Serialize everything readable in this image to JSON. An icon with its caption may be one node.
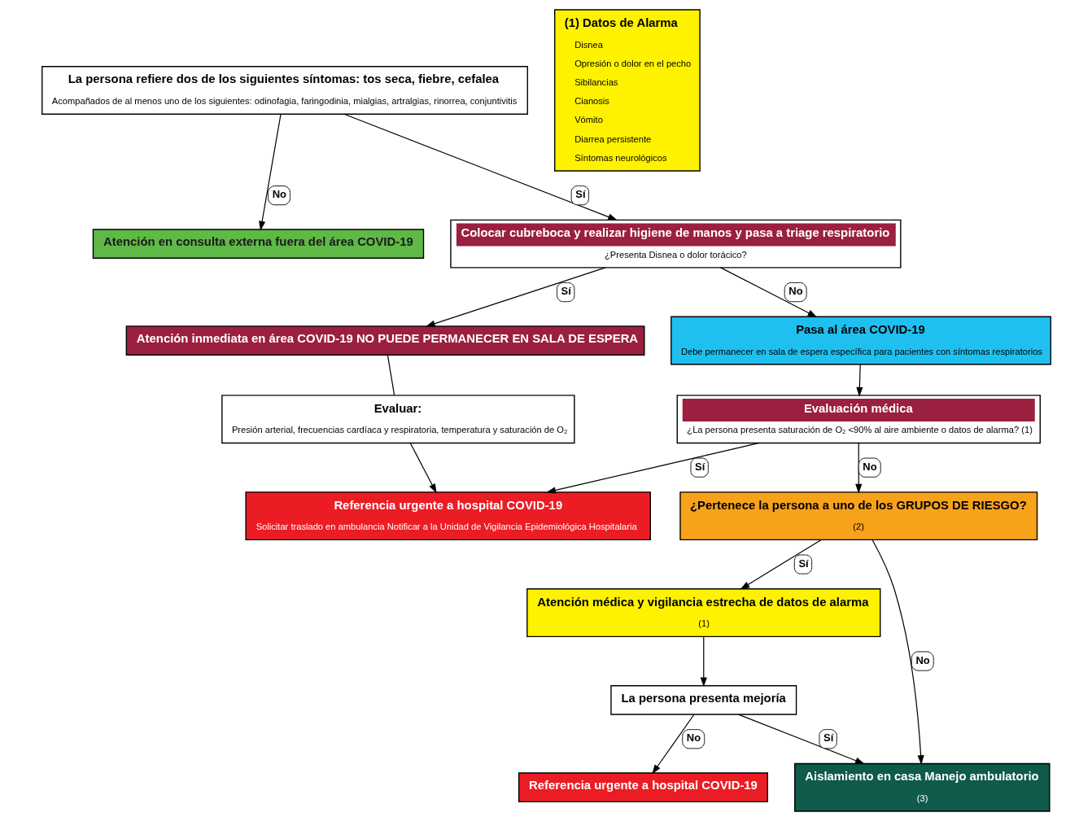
{
  "diagram": {
    "nodes": [
      {
        "text": [
          "La persona refiere dos de los siguientes síntomas: tos seca, fiebre, cefalea",
          "Acompañados de al menos uno de los siguientes: odinofagia, faringodinia, mialgias, artralgias, rinorrea, conjuntivitis"
        ]
      },
      {
        "text": [
          "Atención en consulta externa fuera del área COVID-19"
        ]
      },
      {
        "text": [
          "Colocar cubreboca y realizar higiene de manos y pasa a triage respiratorio",
          "¿Presenta Disnea o dolor torácico?"
        ]
      },
      {
        "text": [
          "Atención inmediata en área COVID-19 NO PUEDE PERMANECER EN SALA DE ESPERA"
        ]
      },
      {
        "text": [
          "Pasa al área COVID-19",
          "Debe permanecer en sala de espera específica para pacientes con síntomas respiratorios"
        ]
      },
      {
        "text": [
          "Evaluar:",
          "Presión arterial, frecuencias cardíaca y respiratoria, temperatura y saturación de O₂"
        ]
      },
      {
        "text": [
          "Evaluación médica",
          "¿La persona presenta saturación de O₂ <90% al aire ambiente o datos de alarma? (1)"
        ]
      },
      {
        "text": [
          "Referencia urgente a hospital COVID-19",
          "Solicitar traslado en ambulancia Notificar a la Unidad de Vigilancia Epidemiológica Hospitalaria"
        ]
      },
      {
        "text": [
          "Atención médica y vigilancia estrecha de datos de alarma",
          "(1)"
        ]
      },
      {
        "text": [
          "¿Pertenece la persona a uno de los GRUPOS DE RIESGO?",
          "(2)"
        ]
      },
      {
        "text": [
          "La persona presenta mejoría"
        ]
      },
      {
        "text": [
          "Aislamiento en casa Manejo ambulatorio",
          "(3)"
        ]
      },
      {
        "text": [
          "Referencia urgente a hospital COVID-19"
        ]
      },
      {
        "text": [
          "(1) Datos de Alarma",
          "Disnea",
          "Opresión o dolor en el pecho",
          "Sibilancias",
          "Cianosis",
          "Vómito",
          "Diarrea persistente",
          "Síntomas neurológicos"
        ]
      }
    ],
    "edges": [
      {
        "from": 0,
        "to": 1,
        "arrow": "to",
        "label": "No"
      },
      {
        "from": 0,
        "to": 2,
        "arrow": "to",
        "label": "Sí"
      },
      {
        "from": 2,
        "to": 3,
        "arrow": "to",
        "label": "Sí"
      },
      {
        "from": 2,
        "to": 4,
        "arrow": "to",
        "label": "No"
      },
      {
        "from": 3,
        "to": 5,
        "arrow": "none"
      },
      {
        "from": 5,
        "to": 7,
        "arrow": "to"
      },
      {
        "from": 4,
        "to": 6,
        "arrow": "to"
      },
      {
        "from": 6,
        "to": 7,
        "arrow": "to",
        "label": "Sí"
      },
      {
        "from": 6,
        "to": 9,
        "arrow": "to",
        "label": "No"
      },
      {
        "from": 9,
        "to": 8,
        "arrow": "to",
        "label": "Sí"
      },
      {
        "from": 9,
        "to": 11,
        "arrow": "to",
        "label": "No"
      },
      {
        "from": 8,
        "to": 10,
        "arrow": "to"
      },
      {
        "from": 10,
        "to": 11,
        "arrow": "to",
        "label": "Sí"
      },
      {
        "from": 10,
        "to": 12,
        "arrow": "to",
        "label": "No"
      }
    ]
  }
}
